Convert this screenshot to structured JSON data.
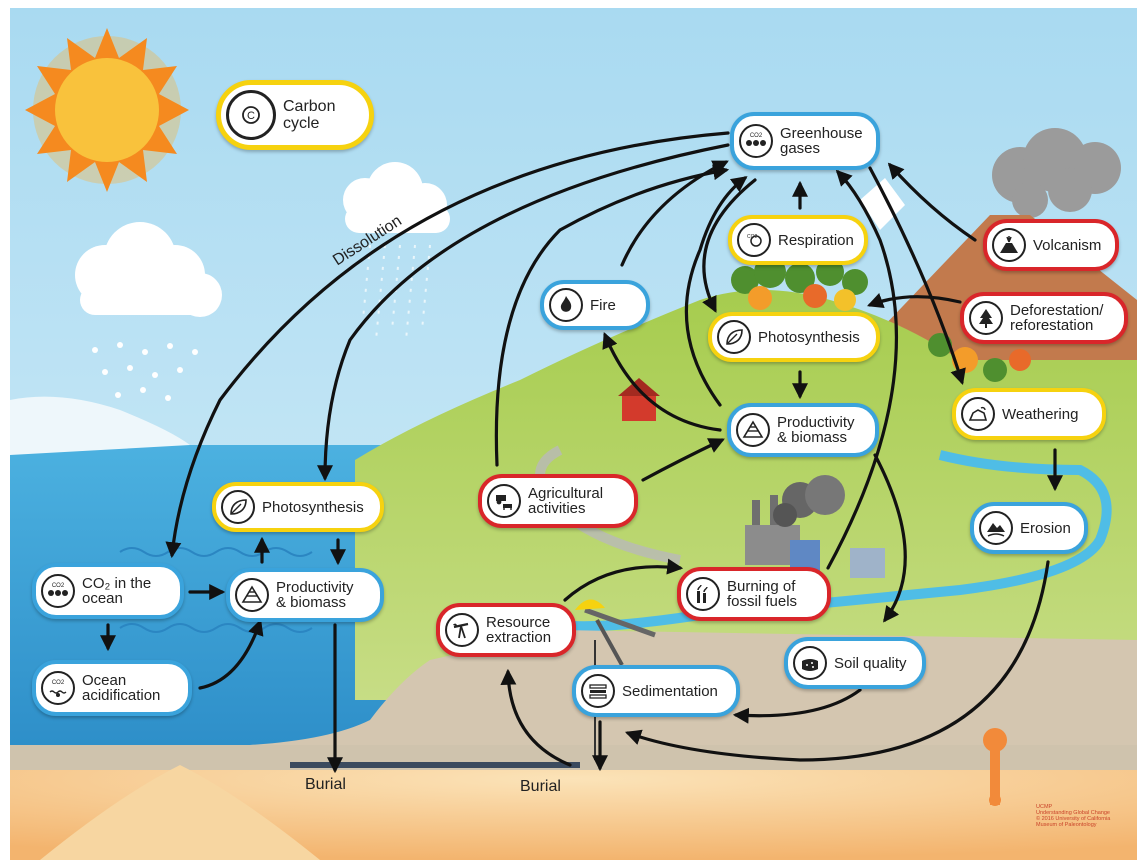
{
  "title": {
    "label": "Carbon\ncycle",
    "icon": "carbon-cycle-icon"
  },
  "nodes": {
    "greenhouse_gases": {
      "label": "Greenhouse\ngases",
      "icon": "co2-molecule-icon",
      "color": "blue"
    },
    "respiration": {
      "label": "Respiration",
      "icon": "respiration-icon",
      "color": "yellow"
    },
    "fire": {
      "label": "Fire",
      "icon": "fire-icon",
      "color": "blue"
    },
    "volcanism": {
      "label": "Volcanism",
      "icon": "volcano-icon",
      "color": "red"
    },
    "deforestation": {
      "label": "Deforestation/\nreforestation",
      "icon": "tree-icon",
      "color": "red"
    },
    "photosynthesis_land": {
      "label": "Photosynthesis",
      "icon": "leaf-icon",
      "color": "yellow"
    },
    "productivity_land": {
      "label": "Productivity\n& biomass",
      "icon": "pyramid-icon",
      "color": "blue"
    },
    "weathering": {
      "label": "Weathering",
      "icon": "rock-icon",
      "color": "yellow"
    },
    "erosion": {
      "label": "Erosion",
      "icon": "mountain-river-icon",
      "color": "blue"
    },
    "agricultural": {
      "label": "Agricultural\nactivities",
      "icon": "tractor-cow-icon",
      "color": "red"
    },
    "burning": {
      "label": "Burning of\nfossil fuels",
      "icon": "smokestack-icon",
      "color": "red"
    },
    "resource": {
      "label": "Resource\nextraction",
      "icon": "pumpjack-icon",
      "color": "red"
    },
    "soil": {
      "label": "Soil quality",
      "icon": "soil-icon",
      "color": "blue"
    },
    "sedimentation": {
      "label": "Sedimentation",
      "icon": "sediment-layers-icon",
      "color": "blue"
    },
    "photosynthesis_ocean": {
      "label": "Photosynthesis",
      "icon": "leaf-icon",
      "color": "yellow"
    },
    "co2_ocean": {
      "label": "CO₂ in the\nocean",
      "icon": "co2-molecule-icon",
      "color": "blue"
    },
    "productivity_ocean": {
      "label": "Productivity\n& biomass",
      "icon": "pyramid-icon",
      "color": "blue"
    },
    "acidification": {
      "label": "Ocean\nacidification",
      "icon": "co2-bubbles-icon",
      "color": "blue"
    }
  },
  "labels": {
    "dissolution": "Dissolution",
    "burial_left": "Burial",
    "burial_right": "Burial"
  },
  "colors": {
    "blue": "#3aa3dc",
    "yellow": "#f6d20f",
    "red": "#d9262a",
    "sky": "#b8e1f2",
    "ocean": "#2f9fd6",
    "land": "#aacf52",
    "sand": "#f3d3a0",
    "sun": "#f69b1f"
  },
  "credit": "UCMP\nUnderstanding Global Change\n© 2016 University of California\nMuseum of Paleontology"
}
